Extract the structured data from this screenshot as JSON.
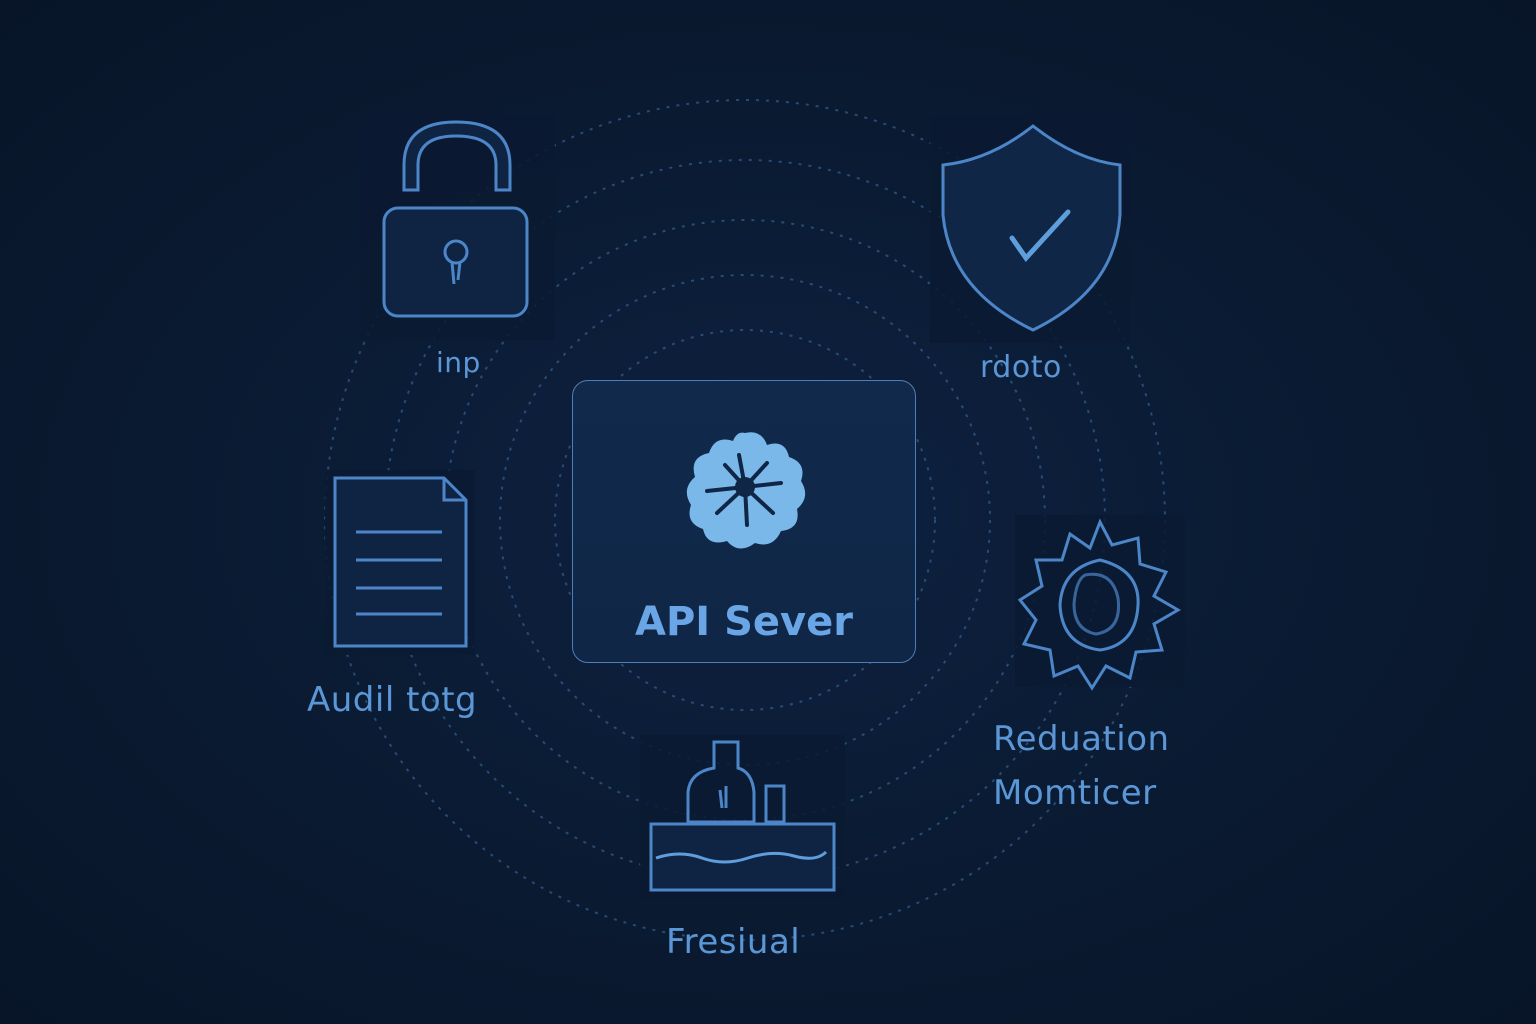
{
  "diagram": {
    "center": {
      "title": "API Sever",
      "icon": "gear-blob-icon"
    },
    "nodes": [
      {
        "id": "top-left",
        "label": "inp",
        "icon": "padlock-icon"
      },
      {
        "id": "top-right",
        "label": "rdoto",
        "icon": "shield-check-icon"
      },
      {
        "id": "left",
        "label": "Audil totg",
        "icon": "document-icon"
      },
      {
        "id": "right",
        "label_line1": "Reduation",
        "label_line2": "Momticer",
        "icon": "gear-icon"
      },
      {
        "id": "bottom",
        "label": "Fresiual",
        "icon": "factory-icon"
      }
    ],
    "colors": {
      "background": "#0a1a31",
      "stroke": "#4c86c8",
      "text": "#5b97d6",
      "accent": "#7bb8ea"
    }
  }
}
